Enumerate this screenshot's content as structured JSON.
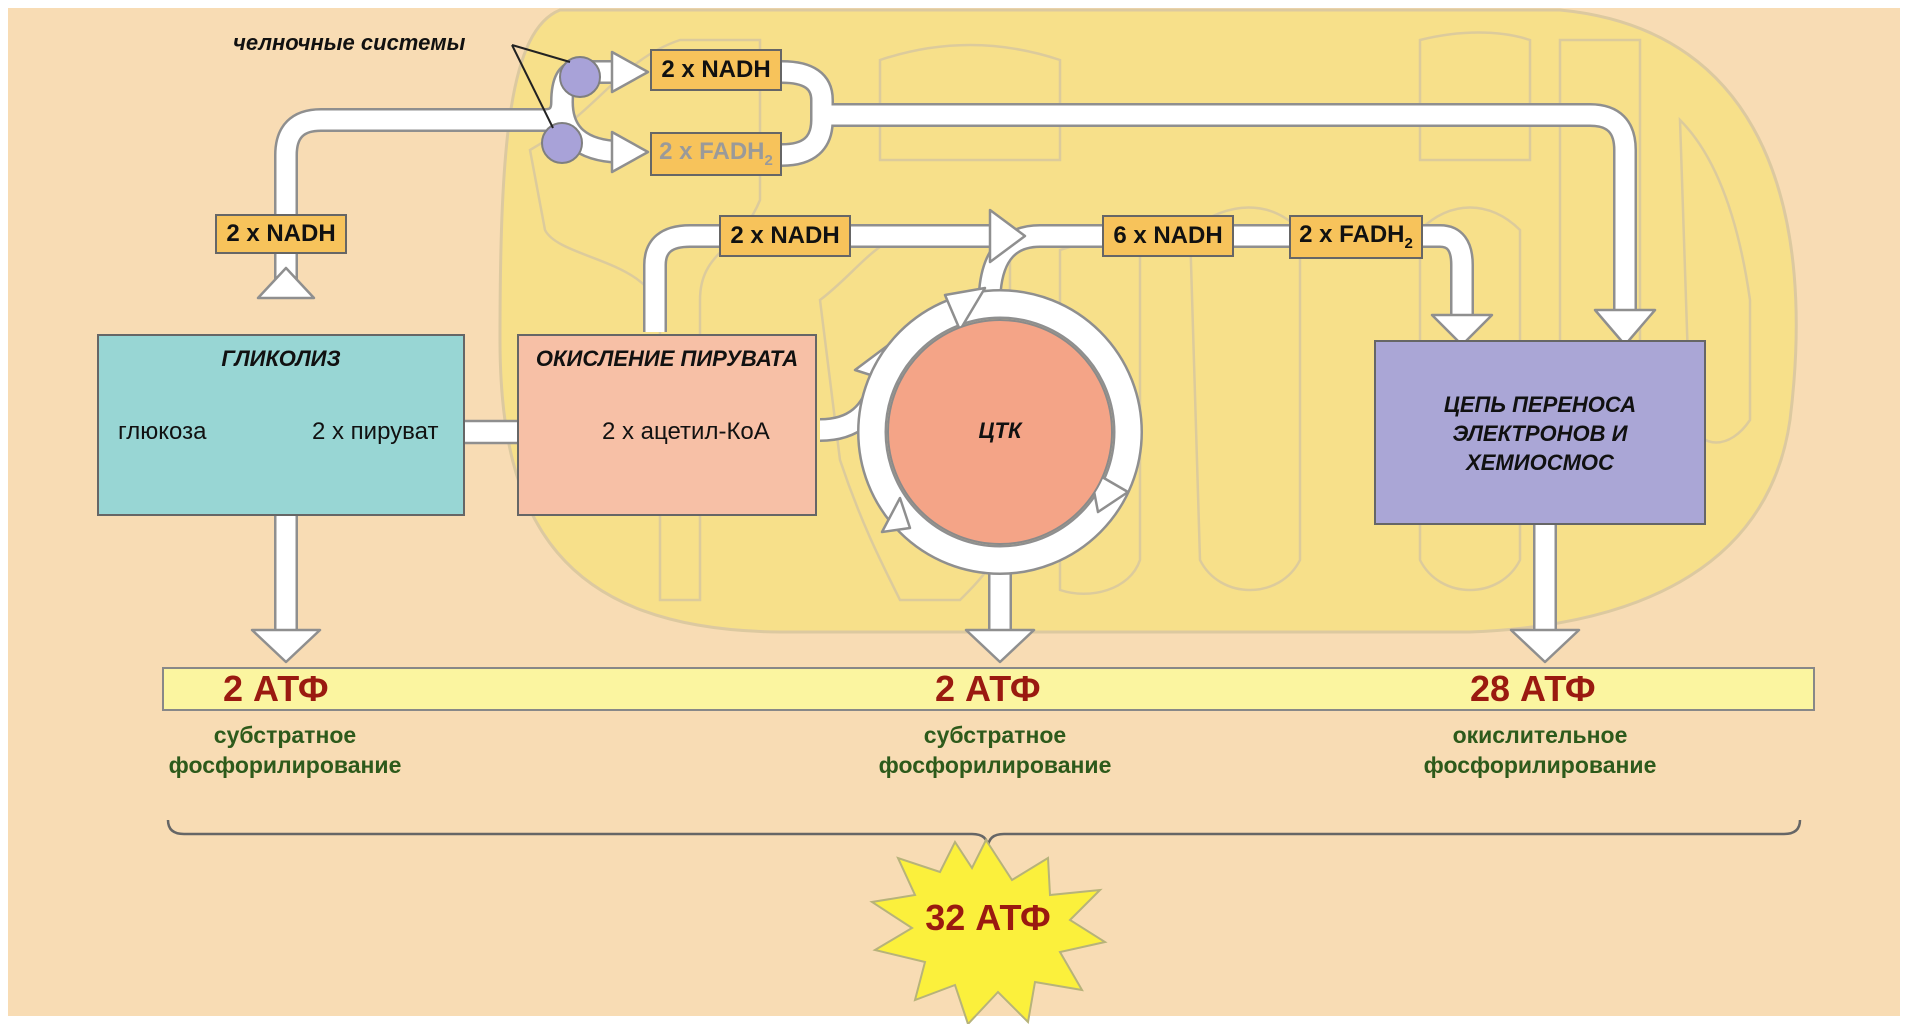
{
  "shuttle_label": "челночные системы",
  "cyto_nadh": "2 x NADH",
  "shuttle_nadh": "2 x NADH",
  "shuttle_fadh2": {
    "base": "2 x FADH",
    "sub": "2"
  },
  "pyruvate_nadh": "2 x NADH",
  "tca_nadh": "6 x NADH",
  "tca_fadh2": {
    "base": "2 x FADH",
    "sub": "2"
  },
  "glycolysis": {
    "title": "ГЛИКОЛИЗ",
    "input": "глюкоза",
    "output": "2 x пируват"
  },
  "pyruvate_oxidation": {
    "title": "ОКИСЛЕНИЕ ПИРУВАТА",
    "output": "2 x ацетил-КоА"
  },
  "tca": {
    "label": "ЦТК"
  },
  "etc": {
    "line1": "ЦЕПЬ ПЕРЕНОСА",
    "line2": "ЭЛЕКТРОНОВ И",
    "line3": "ХЕМИОСМОС"
  },
  "yields": [
    {
      "amount": "2 АТФ",
      "line1": "субстратное",
      "line2": "фосфорилирование"
    },
    {
      "amount": "2 АТФ",
      "line1": "субстратное",
      "line2": "фосфорилирование"
    },
    {
      "amount": "28 АТФ",
      "line1": "окислительное",
      "line2": "фосфорилирование"
    }
  ],
  "total": "32 АТФ",
  "colors": {
    "background": "#f8dcb4",
    "mitochondrion": "#f7e08a",
    "glycolysis_box": "#98d6d4",
    "pyruvate_box": "#f7c0a6",
    "tca_circle": "#f4a487",
    "etc_box": "#aaa6d6",
    "label_box": "#f7c35b",
    "atp_bar": "#fbf5a0",
    "atp_text": "#9a1a10",
    "desc_text": "#2d5a1b",
    "burst": "#fbf03c"
  }
}
